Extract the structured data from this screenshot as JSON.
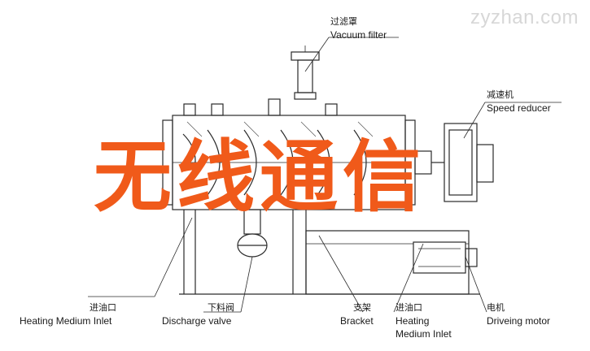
{
  "watermark": "zyzhan.com",
  "overlay_text": "无线通信",
  "labels": {
    "vacuum_filter": {
      "zh": "过滤罩",
      "en": "Vacuum filter"
    },
    "speed_reducer": {
      "zh": "减速机",
      "en": "Speed reducer"
    },
    "heating_inlet_left": {
      "zh": "进油口",
      "en": "Heating Medium Inlet"
    },
    "discharge_valve": {
      "zh": "下料阀",
      "en": "Discharge valve"
    },
    "bracket": {
      "zh": "支架",
      "en": "Bracket"
    },
    "heating_inlet_right": {
      "zh": "进油口",
      "en": "Heating",
      "en2": "Medium Inlet"
    },
    "motor": {
      "zh": "电机",
      "en": "Driveing motor"
    }
  }
}
